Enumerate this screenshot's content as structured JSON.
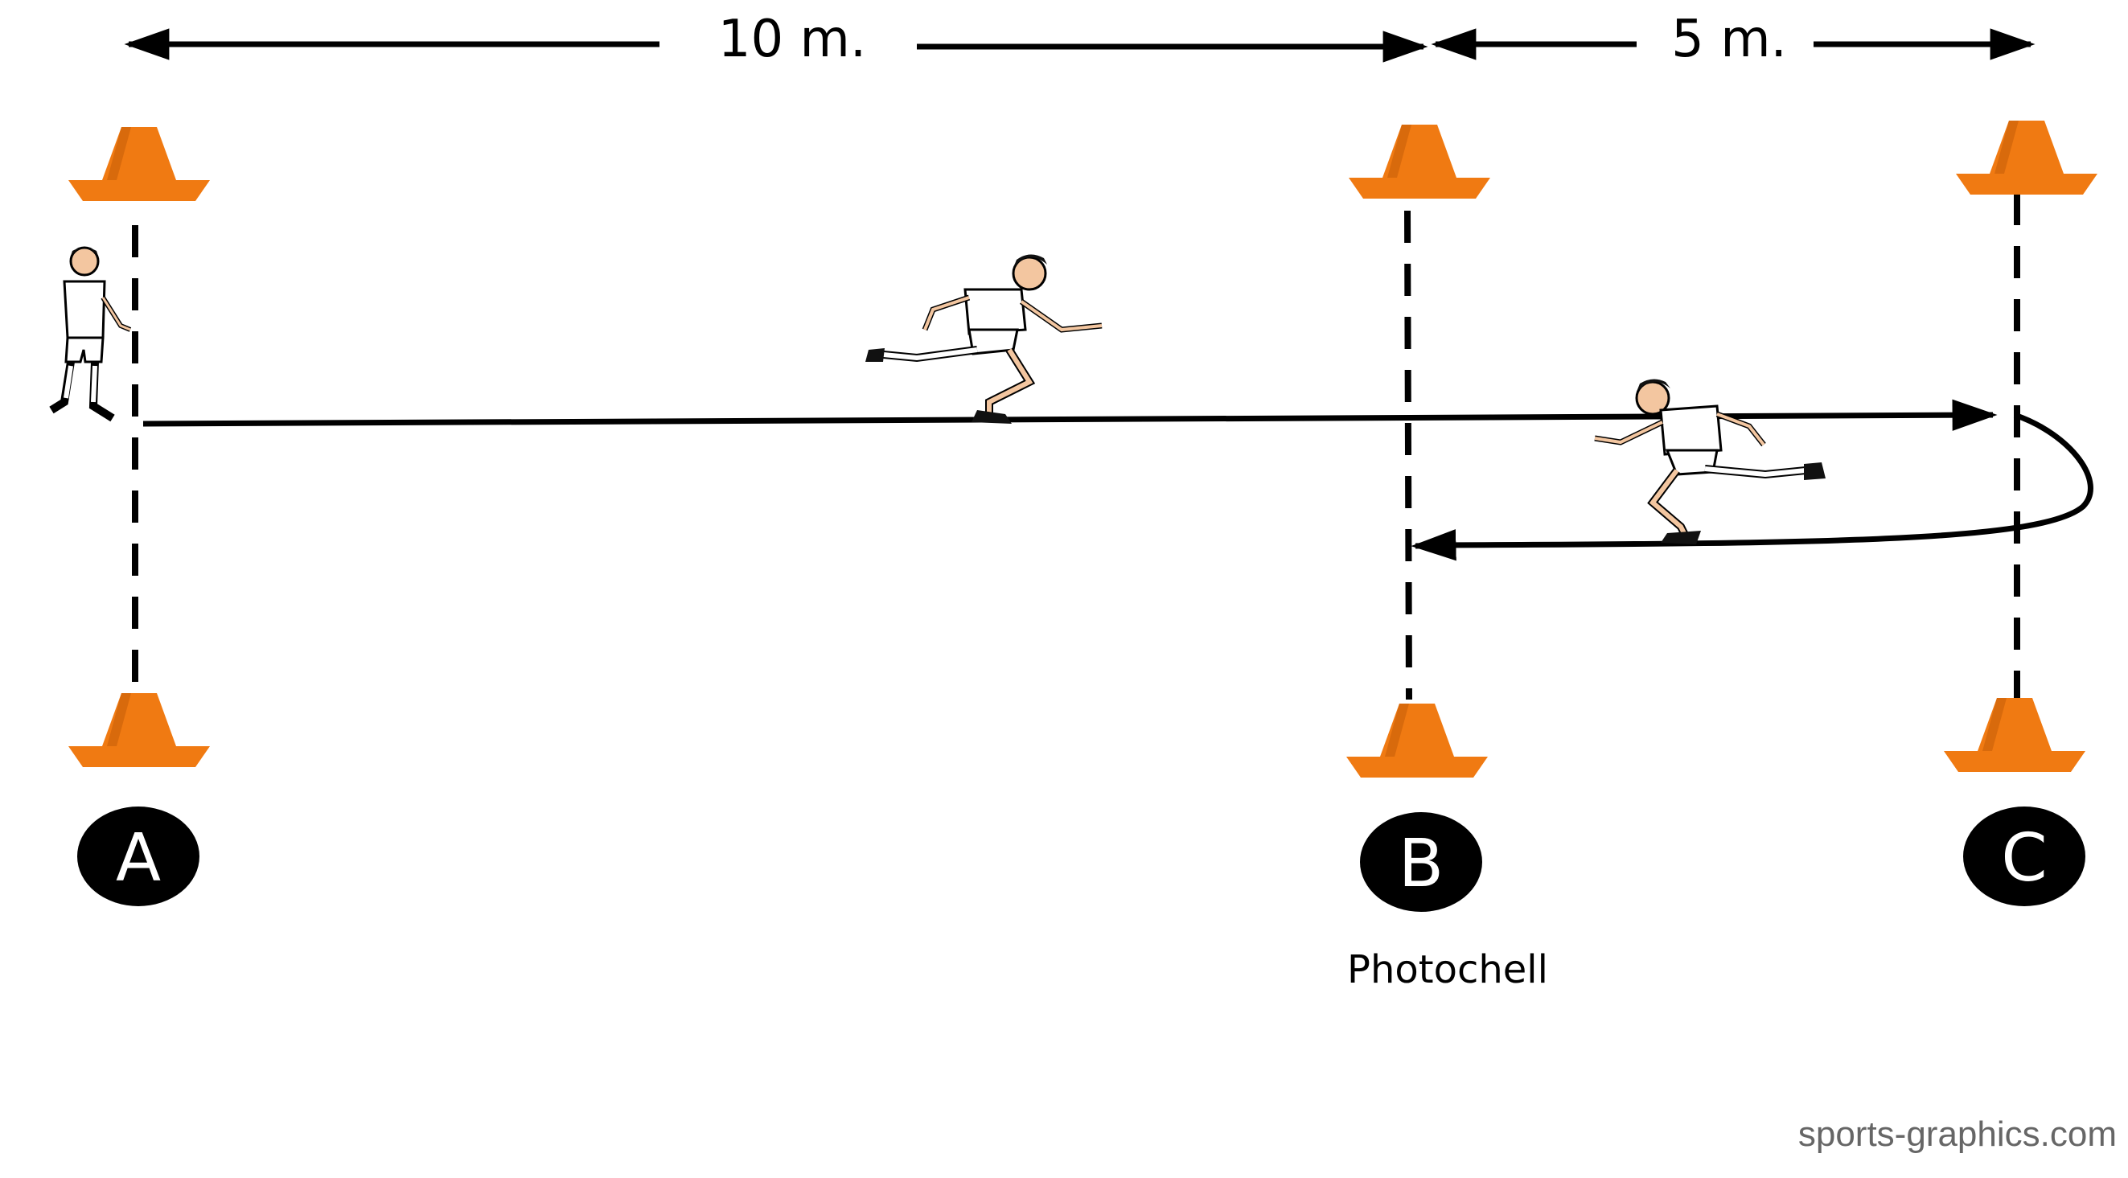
{
  "dimensions": {
    "first": "10 m.",
    "second": "5 m."
  },
  "points": [
    {
      "label": "A"
    },
    {
      "label": "B",
      "caption": "Photochell"
    },
    {
      "label": "C"
    }
  ],
  "credit": "sports-graphics.com",
  "colors": {
    "cone": "#f07a12",
    "cone_dark": "#c85f08",
    "line": "#000000",
    "badge": "#000000",
    "skin": "#f3c6a0",
    "kit": "#ffffff"
  }
}
